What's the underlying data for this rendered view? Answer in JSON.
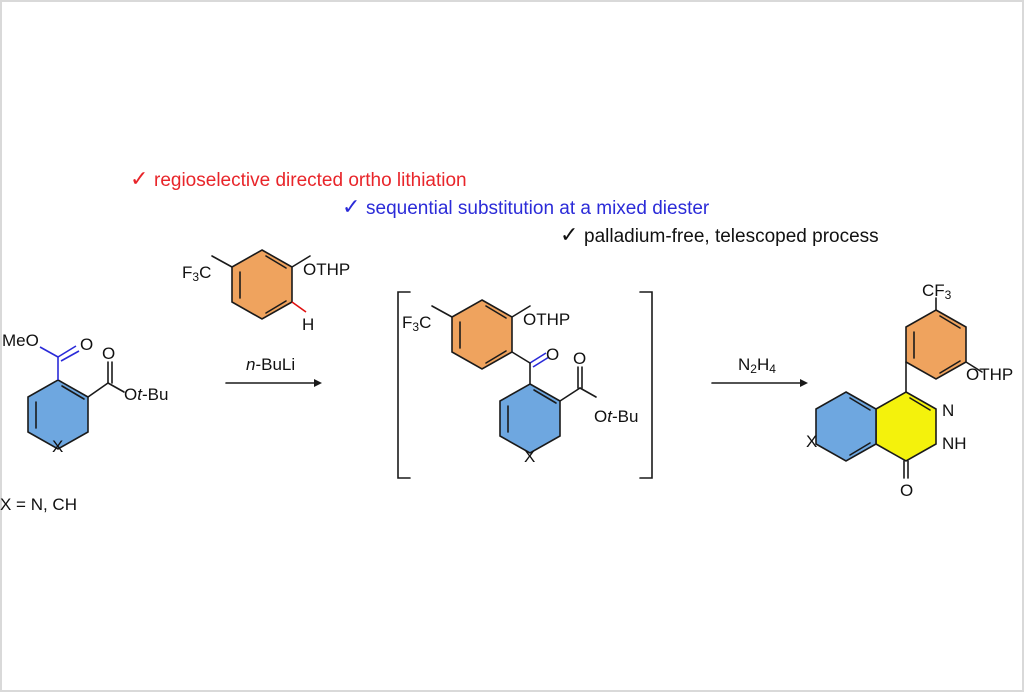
{
  "colors": {
    "red": "#e8252a",
    "blue": "#2b2bd8",
    "black": "#111111",
    "ring_orange": "#efa35e",
    "ring_blue": "#6ea7e0",
    "ring_yellow": "#f4f20c"
  },
  "highlights": [
    {
      "text": "regioselective directed ortho lithiation",
      "color": "red"
    },
    {
      "text": "sequential substitution at a mixed diester",
      "color": "blue"
    },
    {
      "text": "palladium-free, telescoped process",
      "color": "black"
    }
  ],
  "check_glyph": "✓",
  "starting_material": {
    "ester_label": "MeO",
    "carbonyl_o": "O",
    "ester2_o": "O",
    "ester2_label": "Ot-Bu",
    "ring_x": "X",
    "x_definition": "X = N, CH"
  },
  "reagent": {
    "cf3": "F3C",
    "othp": "OTHP",
    "h": "H",
    "base": "n-BuLi"
  },
  "intermediate": {
    "cf3": "F3C",
    "othp": "OTHP",
    "ketone_o": "O",
    "ester_o": "O",
    "ester_label": "Ot-Bu",
    "ring_x": "X"
  },
  "step2_reagent": "N2H4",
  "product": {
    "cf3": "CF3",
    "othp": "OTHP",
    "n1": "N",
    "nh": "NH",
    "o": "O",
    "ring_x": "X"
  }
}
